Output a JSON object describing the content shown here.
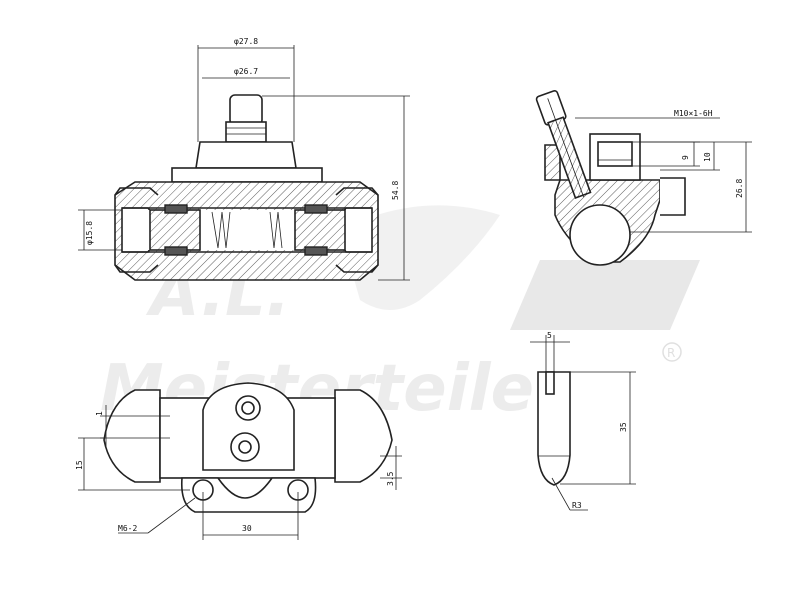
{
  "watermark": {
    "brand": "Meisterteile",
    "initials": "A.L.",
    "registered": "R"
  },
  "dimensions": {
    "outer_diameter": "φ27.8",
    "inner_diameter": "φ26.7",
    "bore_diameter": "φ15.8",
    "overall_height": "54.8",
    "thread": "M10×1-6H",
    "port_depth": "9",
    "port_height": "10",
    "side_height": "26.8",
    "pin_width": "5",
    "pin_length": "35",
    "pin_radius": "R3",
    "offset_top": "1",
    "flange_height": "15",
    "bottom_offset": "3.5",
    "hole_spacing": "30",
    "mount_thread": "M6-2"
  },
  "colors": {
    "line": "#222222",
    "watermark": "#e8e8e8"
  }
}
